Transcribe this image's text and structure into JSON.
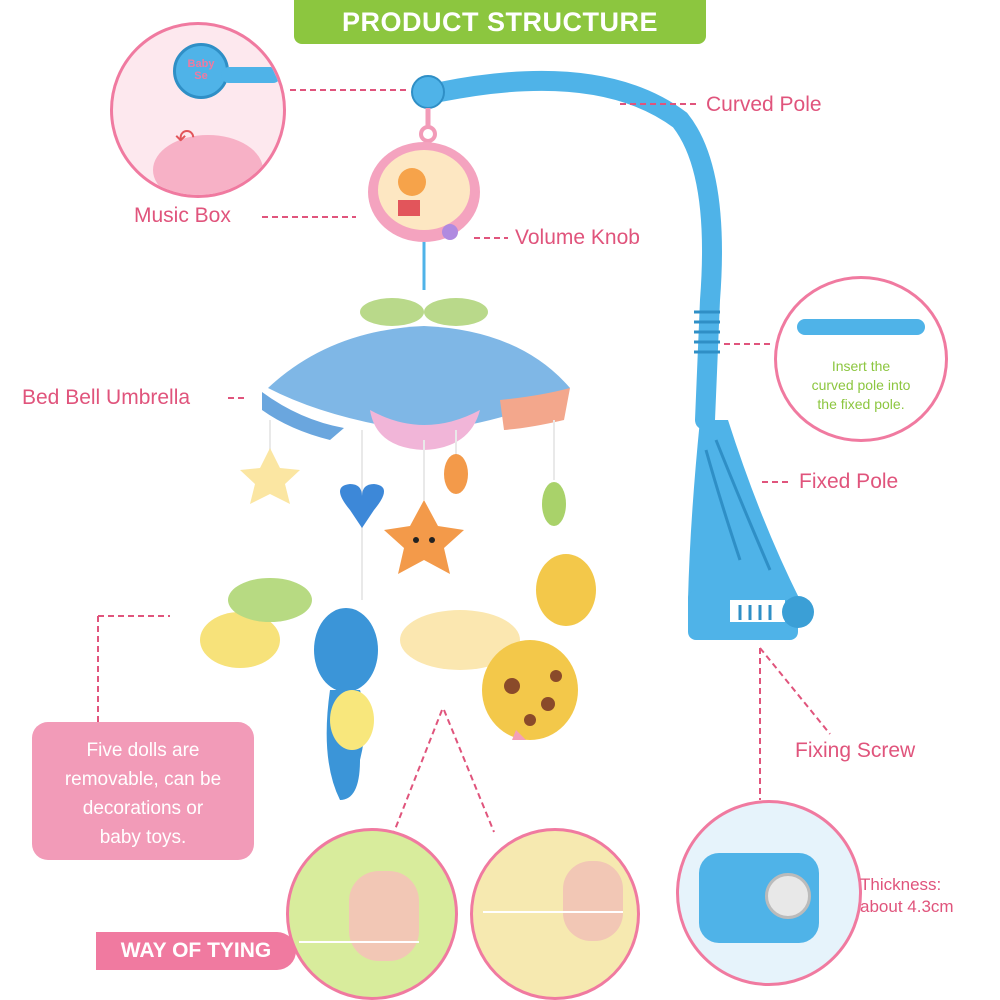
{
  "banner": {
    "title": "PRODUCT STRUCTURE"
  },
  "labels": {
    "curved_pole": "Curved Pole",
    "music_box": "Music Box",
    "volume_knob": "Volume Knob",
    "bed_bell_umbrella": "Bed Bell Umbrella",
    "fixed_pole": "Fixed Pole",
    "fixing_screw": "Fixing Screw"
  },
  "circle_insert": {
    "lines": [
      "Insert the",
      "curved pole into",
      "the fixed pole."
    ]
  },
  "music_box_logo": {
    "text_line1": "Baby",
    "text_line2": "Se"
  },
  "dolls_note": {
    "lines": [
      "Five dolls are",
      "removable, can be",
      "decorations or",
      "baby toys."
    ]
  },
  "way_of_tying": {
    "title": "WAY OF TYING"
  },
  "thickness": {
    "line1": "Thickness:",
    "line2": "about 4.3cm"
  },
  "colors": {
    "accent_green": "#8cc63f",
    "accent_pink": "#e0547c",
    "pole_blue": "#4fb3e8"
  }
}
